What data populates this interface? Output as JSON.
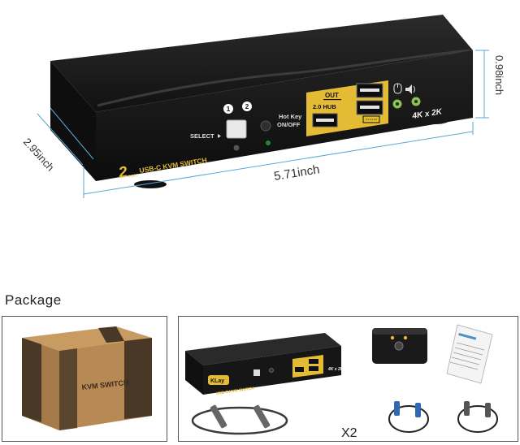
{
  "dimensions": {
    "height": "0.98inch",
    "depth": "2.95inch",
    "width": "5.71inch"
  },
  "device": {
    "model_label": "USB-C KVM SWITCH",
    "port_count": "2",
    "port_word": "PORT",
    "select_label": "SELECT",
    "btn1": "1",
    "btn2": "2",
    "hotkey_label_1": "Hot Key",
    "hotkey_label_2": "ON/OFF",
    "out_label": "OUT",
    "hub_label": "2.0 HUB",
    "resolution_badge": "4K x 2K",
    "brand": "KLay"
  },
  "package": {
    "title": "Package",
    "box_label": "KVM SWITCH",
    "cable_qty": "X2"
  },
  "colors": {
    "device_body": "#1b1b1b",
    "gold_panel": "#e4bb34",
    "dimension_line": "#5aa7d6",
    "box_kraft": "#b78a55",
    "box_band": "#4a3826"
  }
}
